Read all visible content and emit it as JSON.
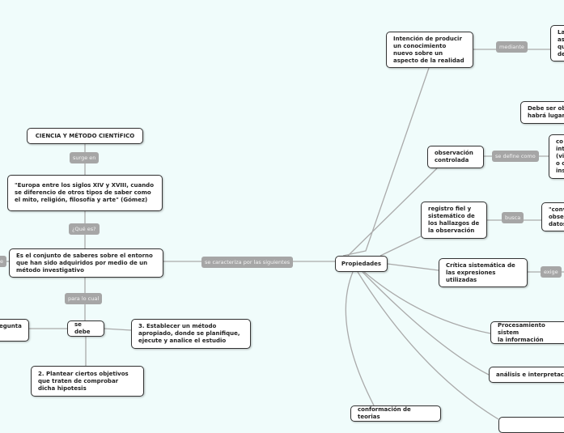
{
  "colors": {
    "background": "#f0fcfb",
    "line": "#aaaaaa",
    "label_bg": "#a6a6a6"
  },
  "nodes": {
    "title": "CIENCIA Y MÉTODO CIENTÍFICO",
    "europa": "\"Europa entre los siglos XIV y XVIII, cuando se diferencio de otros tipos de saber como el mito, religión, filosofía y arte\" (Gómez)",
    "definicion": "Es el conjunto de saberes sobre el entorno que han sido adquiridos por medio de un método investigativo",
    "se_debe": "se debe",
    "pregunta": "egunta",
    "paso3": "3. Establecer un método apropiado, donde se planifique, ejecute y analice el estudio",
    "paso2": "2. Plantear ciertos objetivos que traten de comprobar dicha hipotesis",
    "propiedades": "Propiedades",
    "intencion": "Intención de producir un conocimiento nuevo sobre un aspecto de la realidad",
    "la_as": "La\nas\nqu\nde",
    "debe_ser": "Debe ser ob\nhabrá lugar",
    "observacion": "observación controlada",
    "co_int": "co\nint\n(vi\no c\nins",
    "registro": "registro fiel y sistemático de los hallazgos de la observación",
    "conv": "\"conv\nobser\ndatos",
    "critica": "Crítica sistemática de las expresiones utilizadas",
    "procesamiento": "Procesamiento sistem\nla información",
    "analisis": "análisis e interpretaci",
    "conformacion": "conformación de teorias"
  },
  "labels": {
    "surge_en": "surge en",
    "que_es": "¿Qué es?",
    "para_lo_cual": "para lo cual",
    "se_caracteriza": "se caracteriza por las siguientes",
    "mediante": "mediante",
    "se_define_como": "se define como",
    "busca": "busca",
    "exige": "exige",
    "left_stub": "e"
  }
}
